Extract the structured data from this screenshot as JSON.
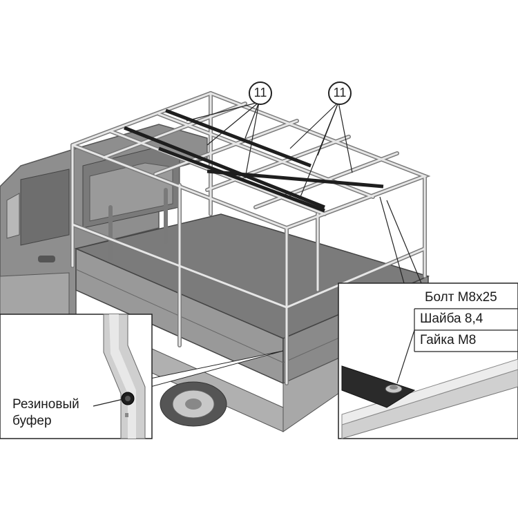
{
  "callouts": {
    "left": "11",
    "right": "11"
  },
  "inset_right": {
    "bolt": "Болт М8х25",
    "washer": "Шайба 8,4",
    "nut": "Гайка М8"
  },
  "inset_left": {
    "line1": "Резиновый",
    "line2": "буфер"
  },
  "colors": {
    "frame": "#d8d8d8",
    "frame_edge": "#7a7a7a",
    "truck_body": "#9a9a9a",
    "truck_dark": "#5a5a5a",
    "floor": "#7d7d7d",
    "strip": "#1e1e1e"
  }
}
